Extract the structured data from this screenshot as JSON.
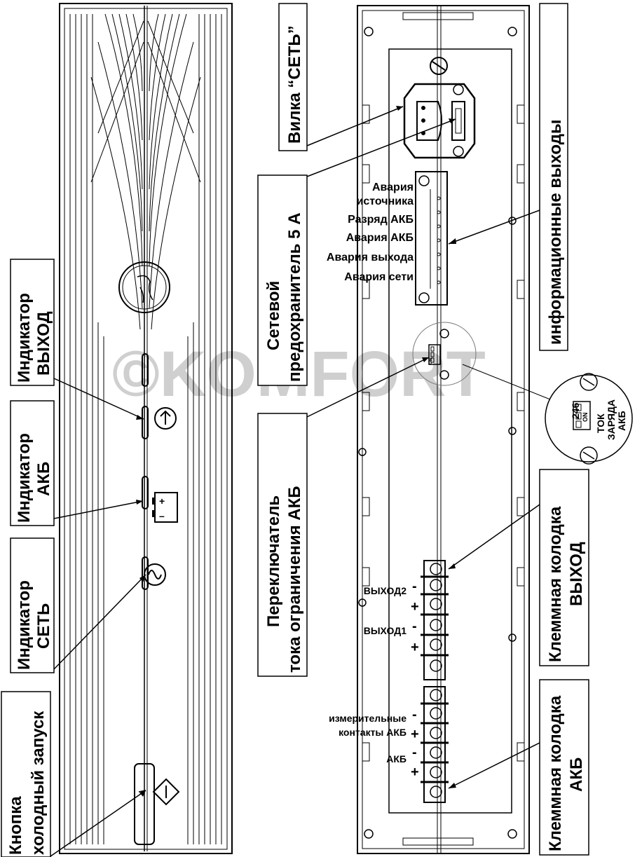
{
  "watermark": "©KOMFORT",
  "callouts": {
    "cold_start": [
      "Кнопка",
      "холодный запуск"
    ],
    "ind_net": [
      "Индикатор",
      "СЕТЬ"
    ],
    "ind_akb": [
      "Индикатор",
      "АКБ"
    ],
    "ind_out": [
      "Индикатор",
      "ВЫХОД"
    ],
    "plug": "Вилка “СЕТЬ”",
    "fuse": [
      "Сетевой",
      "предохранитель 5 А"
    ],
    "switch": [
      "Переключатель",
      "тока ограничения АКБ"
    ],
    "info_outputs": "информационные выходы",
    "term_out": [
      "Клеммная колодка",
      "ВЫХОД"
    ],
    "term_akb": [
      "Клеммная колодка",
      "АКБ"
    ]
  },
  "info_pins": [
    "Авария",
    "источника",
    "Разряд АКБ",
    "Авария АКБ",
    "Авария выхода",
    "Авария сети"
  ],
  "dip_zoom": {
    "digits": "246",
    "on": "ON",
    "label": [
      "ТОК",
      "ЗАРЯДА",
      "АКБ"
    ]
  },
  "dip_small": {
    "on": "ON"
  },
  "terminal_out": {
    "out2": "ВЫХОД2",
    "out1": "ВЫХОД1",
    "minus": "-",
    "plus": "+"
  },
  "terminal_akb": {
    "meas": [
      "измерительные",
      "контакты АКБ"
    ],
    "akb": "АКБ",
    "minus": "-",
    "plus": "+"
  },
  "battery_icon": {
    "plus": "+",
    "minus": "–"
  }
}
